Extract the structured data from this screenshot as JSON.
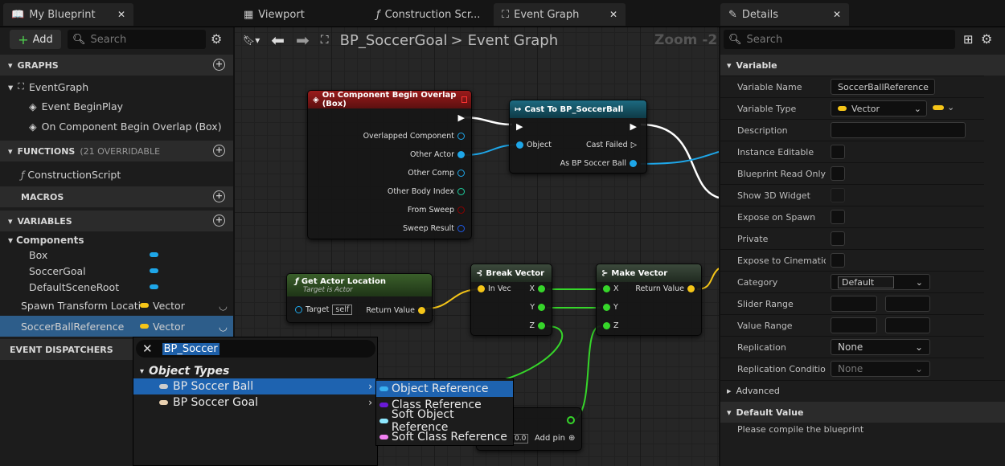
{
  "tabs": {
    "blueprint": "My Blueprint",
    "viewport": "Viewport",
    "construction": "Construction Scr...",
    "event_graph": "Event Graph",
    "details": "Details"
  },
  "left": {
    "add_label": "Add",
    "search_placeholder": "Search",
    "graphs": "GRAPHS",
    "event_graph": "EventGraph",
    "event_begin": "Event BeginPlay",
    "event_overlap": "On Component Begin Overlap (Box)",
    "functions": "FUNCTIONS",
    "functions_note": "(21 OVERRIDABLE",
    "construction_script": "ConstructionScript",
    "macros": "MACROS",
    "variables": "VARIABLES",
    "components": "Components",
    "comp_items": [
      "Box",
      "SoccerGoal",
      "DefaultSceneRoot"
    ],
    "var1_name": "Spawn Transform Locati",
    "var1_type": "Vector",
    "var2_name": "SoccerBallReference",
    "var2_type": "Vector",
    "dispatchers": "EVENT DISPATCHERS"
  },
  "graph": {
    "breadcrumb_bp": "BP_SoccerGoal",
    "breadcrumb_sep": ">",
    "breadcrumb_graph": "Event Graph",
    "zoom": "Zoom -2",
    "overlap_node": {
      "title": "On Component Begin Overlap (Box)",
      "pins": [
        "Overlapped Component",
        "Other Actor",
        "Other Comp",
        "Other Body Index",
        "From Sweep",
        "Sweep Result"
      ]
    },
    "cast_node": {
      "title": "Cast To BP_SoccerBall",
      "object": "Object",
      "failed": "Cast Failed",
      "as": "As BP Soccer Ball"
    },
    "getloc_node": {
      "title": "Get Actor Location",
      "subtitle": "Target is Actor",
      "target": "Target",
      "self": "self",
      "ret": "Return Value"
    },
    "break_node": {
      "title": "Break Vector",
      "in": "In Vec",
      "x": "X",
      "y": "Y",
      "z": "Z"
    },
    "make_node": {
      "title": "Make Vector",
      "x": "X",
      "y": "Y",
      "z": "Z",
      "ret": "Return Value"
    },
    "add_pin": {
      "value": "0.0",
      "label": "Add pin"
    }
  },
  "popup": {
    "search_value": "BP_Soccer",
    "category": "Object Types",
    "items": [
      "BP Soccer Ball",
      "BP Soccer Goal"
    ],
    "submenu": [
      "Object Reference",
      "Class Reference",
      "Soft Object Reference",
      "Soft Class Reference"
    ]
  },
  "details": {
    "search_placeholder": "Search",
    "variable_section": "Variable",
    "props": [
      "Variable Name",
      "Variable Type",
      "Description",
      "Instance Editable",
      "Blueprint Read Only",
      "Show 3D Widget",
      "Expose on Spawn",
      "Private",
      "Expose to Cinematic",
      "Category",
      "Slider Range",
      "Value Range",
      "Replication",
      "Replication Condition"
    ],
    "var_name_value": "SoccerBallReference",
    "var_type_value": "Vector",
    "category_value": "Default",
    "replication_value": "None",
    "replication_cond_value": "None",
    "advanced": "Advanced",
    "default_value_section": "Default Value",
    "compile_msg": "Please compile the blueprint"
  },
  "colors": {
    "vector": "#f5c518",
    "object": "#1ea6e8",
    "bool": "#8a0000",
    "int": "#1ed1a0",
    "exec": "#ffffff",
    "float": "#36d62a"
  }
}
